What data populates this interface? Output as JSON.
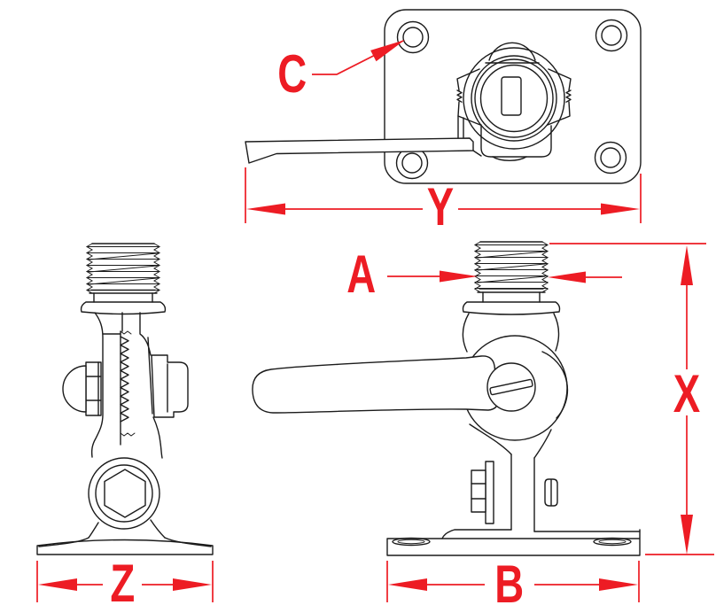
{
  "colors": {
    "background": "#ffffff",
    "line": "#1b1b1b",
    "dimension": "#ed1c24"
  },
  "annotations": {
    "hole_callout": {
      "label": "C"
    },
    "plate_width": {
      "label": "Y"
    },
    "thread_diameter": {
      "label": "A"
    },
    "overall_height": {
      "label": "X"
    },
    "base_diameter_side": {
      "label": "Z"
    },
    "base_width_front": {
      "label": "B"
    }
  }
}
